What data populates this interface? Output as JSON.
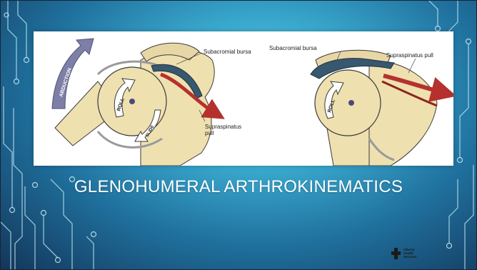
{
  "slide": {
    "title": "GLENOHUMERAL ARTHROKINEMATICS"
  },
  "figure_left": {
    "labels": {
      "abduction": "ABDUCTION",
      "roll": "ROLL",
      "slide": "SLIDE",
      "subacromial_bursa": "Subacromial bursa",
      "supraspinatus_line1": "Supraspinatus",
      "supraspinatus_line2": "pull"
    }
  },
  "figure_right": {
    "labels": {
      "subacromial_bursa": "Subacromial bursa",
      "supraspinatus_pull": "Supraspinatus pull",
      "roll": "ROLL"
    }
  },
  "logo": {
    "line1": "Alberta Health",
    "line2": "Services"
  },
  "colors": {
    "bone": "#efe0b0",
    "bone_outline": "#3a3a3a",
    "bursa": "#37586e",
    "muscle": "#b5312d",
    "arrow": "#7d7fa6",
    "title_text": "#ffffff"
  }
}
